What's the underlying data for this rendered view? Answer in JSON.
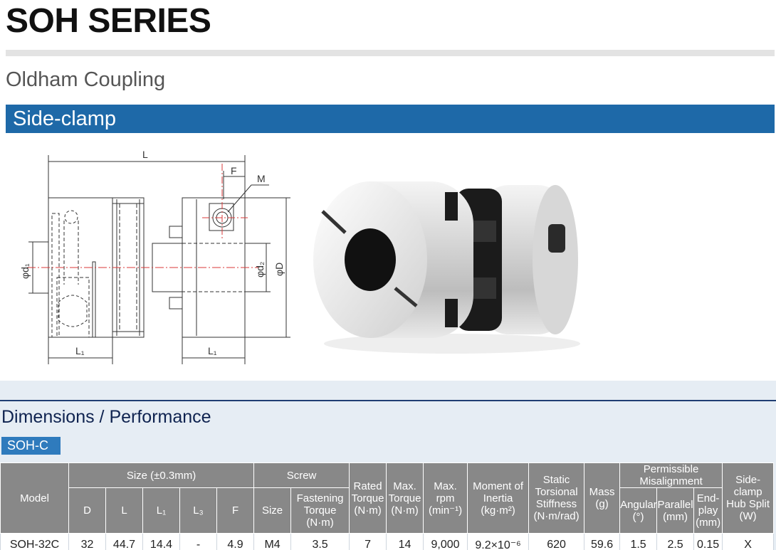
{
  "header": {
    "series_title": "SOH SERIES",
    "subtitle": "Oldham Coupling",
    "section_bar": "Side-clamp"
  },
  "drawing": {
    "label_L": "L",
    "label_F": "F",
    "label_M": "M",
    "label_d1": "φd₁",
    "label_d2": "φd₂",
    "label_D": "φD",
    "label_L1_left": "L₁",
    "label_L1_right": "L₁"
  },
  "colors": {
    "accent_blue": "#1e69a8",
    "tag_blue": "#2f7bbd",
    "header_gray": "#888888",
    "panel_bg": "#e6edf4"
  },
  "dimensions": {
    "title": "Dimensions / Performance",
    "tag": "SOH-C"
  },
  "table": {
    "groups": {
      "model": "Model",
      "size": "Size (±0.3mm)",
      "screw": "Screw",
      "rated_torque": "Rated Torque (N·m)",
      "max_torque": "Max. Torque (N·m)",
      "max_rpm": "Max. rpm (min⁻¹)",
      "inertia": "Moment of Inertia (kg·m²)",
      "stiffness": "Static Torsional Stiffness (N·m/rad)",
      "mass": "Mass (g)",
      "misalignment": "Permissible Misalignment",
      "hub_split": "Side-clamp Hub Split (W)"
    },
    "sub_headers": {
      "D": "D",
      "L": "L",
      "L1": "L₁",
      "L3": "L₃",
      "F": "F",
      "screw_size": "Size",
      "fastening_torque": "Fastening Torque (N·m)",
      "angular": "Angular (°)",
      "parallel": "Parallel (mm)",
      "end_play": "End-play (mm)"
    },
    "rows": [
      {
        "model": "SOH-32C",
        "D": "32",
        "L": "44.7",
        "L1": "14.4",
        "L3": "-",
        "F": "4.9",
        "screw_size": "M4",
        "fastening_torque": "3.5",
        "rated_torque": "7",
        "max_torque": "14",
        "max_rpm": "9,000",
        "inertia": "9.2×10⁻⁶",
        "stiffness": "620",
        "mass": "59.6",
        "angular": "1.5",
        "parallel": "2.5",
        "end_play": "0.15",
        "hub_split": "X"
      }
    ]
  }
}
